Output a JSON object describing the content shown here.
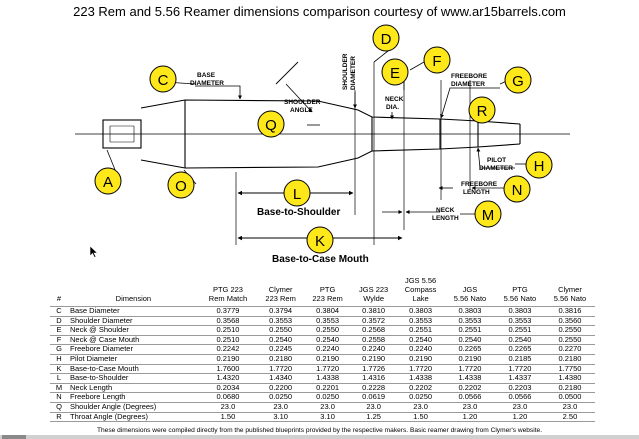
{
  "title": "223 Rem and 5.56 Reamer dimensions comparison courtesy of www.ar15barrels.com",
  "drawing": {
    "labels": {
      "base_diameter_1": "BASE",
      "base_diameter_2": "DIAMETER",
      "shoulder_angle_1": "SHOULDER",
      "shoulder_angle_2": "ANGLE",
      "shoulder_diameter_1": "SHOULDER",
      "shoulder_diameter_2": "DIAMETER",
      "neck_dia_1": "NECK",
      "neck_dia_2": "DIA.",
      "freebore_diameter_1": "FREEBORE",
      "freebore_diameter_2": "DIAMETER",
      "pilot_diameter_1": "PILOT",
      "pilot_diameter_2": "DIAMETER",
      "freebore_length_1": "FREEBORE",
      "freebore_length_2": "LENGTH",
      "neck_length_1": "NECK",
      "neck_length_2": "LENGTH",
      "base_to_shoulder": "Base-to-Shoulder",
      "base_to_case_mouth": "Base-to-Case Mouth"
    },
    "callouts": {
      "a": "A",
      "c": "C",
      "d": "D",
      "e": "E",
      "f": "F",
      "g": "G",
      "h": "H",
      "k": "K",
      "l": "L",
      "m": "M",
      "n": "N",
      "o": "O",
      "q": "Q",
      "r": "R"
    },
    "callout_fill": "#ffe81a"
  },
  "table": {
    "headers": {
      "key": "#",
      "dimension": "Dimension",
      "c1": [
        "PTG 223",
        "Rem Match"
      ],
      "c2": [
        "Clymer",
        "223 Rem"
      ],
      "c3": [
        "PTG",
        "223 Rem"
      ],
      "c4": [
        "JGS 223",
        "Wylde"
      ],
      "c5": [
        "JGS 5.56",
        "Compass",
        "Lake"
      ],
      "c6": [
        "JGS",
        "5.56 Nato"
      ],
      "c7": [
        "PTG",
        "5.56 Nato"
      ],
      "c8": [
        "Clymer",
        "5.56 Nato"
      ]
    },
    "rows": [
      {
        "key": "C",
        "name": "Base Diameter",
        "v": [
          "0.3779",
          "0.3794",
          "0.3804",
          "0.3810",
          "0.3803",
          "0.3803",
          "0.3803",
          "0.3816"
        ]
      },
      {
        "key": "D",
        "name": "Shoulder Diameter",
        "v": [
          "0.3568",
          "0.3553",
          "0.3553",
          "0.3572",
          "0.3553",
          "0.3553",
          "0.3553",
          "0.3560"
        ]
      },
      {
        "key": "E",
        "name": "Neck @ Shoulder",
        "v": [
          "0.2510",
          "0.2550",
          "0.2550",
          "0.2568",
          "0.2551",
          "0.2551",
          "0.2551",
          "0.2550"
        ]
      },
      {
        "key": "F",
        "name": "Neck @ Case Mouth",
        "v": [
          "0.2510",
          "0.2540",
          "0.2540",
          "0.2558",
          "0.2540",
          "0.2540",
          "0.2540",
          "0.2550"
        ]
      },
      {
        "key": "G",
        "name": "Freebore Diameter",
        "v": [
          "0.2242",
          "0.2245",
          "0.2240",
          "0.2240",
          "0.2240",
          "0.2265",
          "0.2265",
          "0.2270"
        ]
      },
      {
        "key": "H",
        "name": "Pilot Diameter",
        "v": [
          "0.2190",
          "0.2180",
          "0.2190",
          "0.2190",
          "0.2190",
          "0.2190",
          "0.2185",
          "0.2180"
        ]
      },
      {
        "key": "K",
        "name": "Base-to-Case Mouth",
        "v": [
          "1.7600",
          "1.7720",
          "1.7720",
          "1.7726",
          "1.7720",
          "1.7720",
          "1.7720",
          "1.7750"
        ]
      },
      {
        "key": "L",
        "name": "Base-to-Shoulder",
        "v": [
          "1.4320",
          "1.4340",
          "1.4338",
          "1.4316",
          "1.4338",
          "1.4338",
          "1.4337",
          "1.4380"
        ]
      },
      {
        "key": "M",
        "name": "Neck Length",
        "v": [
          "0.2034",
          "0.2200",
          "0.2201",
          "0.2228",
          "0.2202",
          "0.2202",
          "0.2203",
          "0.2180"
        ]
      },
      {
        "key": "N",
        "name": "Freebore Length",
        "v": [
          "0.0680",
          "0.0250",
          "0.0250",
          "0.0619",
          "0.0250",
          "0.0566",
          "0.0566",
          "0.0500"
        ]
      },
      {
        "key": "Q",
        "name": "Shoulder Angle (Degrees)",
        "v": [
          "23.0",
          "23.0",
          "23.0",
          "23.0",
          "23.0",
          "23.0",
          "23.0",
          "23.0"
        ]
      },
      {
        "key": "R",
        "name": "Throat Angle (Degrees)",
        "v": [
          "1.50",
          "3.10",
          "3.10",
          "1.25",
          "1.50",
          "1.20",
          "1.20",
          "2.50"
        ]
      }
    ]
  },
  "footnote": "These dimensions were compiled directly from the published blueprints provided by the respective makers.  Basic reamer drawing from Clymer's website."
}
